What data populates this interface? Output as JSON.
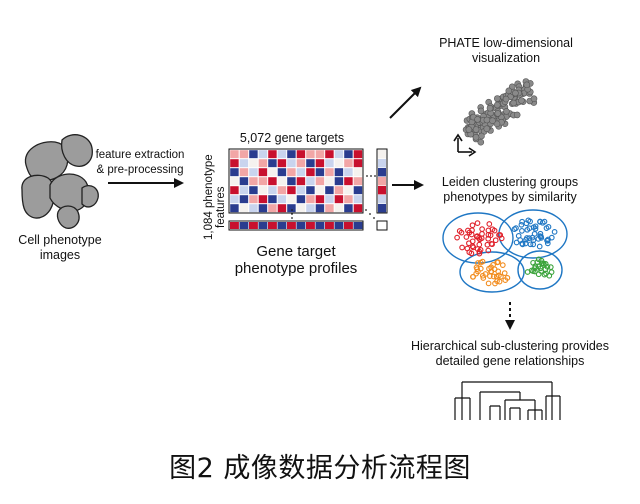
{
  "cell_images": {
    "label_line1": "Cell phenotype",
    "label_line2": "images"
  },
  "step1": {
    "line1": "feature extraction",
    "line2": "& pre-processing"
  },
  "matrix": {
    "top_label": "5,072 gene targets",
    "side_label_line1": "1,084 phenotype",
    "side_label_line2": "features",
    "title_line1": "Gene target",
    "title_line2": "phenotype profiles",
    "cells": [
      [
        2,
        2,
        1,
        3,
        0,
        3,
        1,
        0,
        2,
        2,
        0,
        3,
        1,
        0
      ],
      [
        0,
        3,
        4,
        2,
        1,
        0,
        3,
        2,
        1,
        0,
        3,
        4,
        2,
        0
      ],
      [
        1,
        2,
        3,
        0,
        4,
        1,
        2,
        3,
        0,
        1,
        2,
        1,
        3,
        4
      ],
      [
        4,
        1,
        2,
        2,
        0,
        4,
        1,
        0,
        3,
        2,
        4,
        1,
        0,
        2
      ],
      [
        0,
        3,
        1,
        4,
        3,
        2,
        0,
        3,
        1,
        4,
        1,
        2,
        4,
        1
      ],
      [
        3,
        1,
        2,
        0,
        1,
        3,
        4,
        1,
        2,
        0,
        3,
        0,
        2,
        3
      ],
      [
        1,
        4,
        3,
        1,
        2,
        0,
        1,
        4,
        3,
        1,
        2,
        4,
        1,
        0
      ]
    ],
    "bottom_row": [
      0,
      1,
      0,
      1,
      0,
      1,
      0,
      1,
      0,
      1,
      0,
      1,
      0,
      1
    ],
    "side_col": [
      4,
      3,
      1,
      2,
      0,
      3,
      1
    ],
    "palette": {
      "0": "#c8102e",
      "1": "#2a3c8f",
      "2": "#f2a6a6",
      "3": "#c9d4ee",
      "4": "#f5f2ef"
    }
  },
  "phate": {
    "line1": "PHATE low-dimensional",
    "line2": "visualization"
  },
  "leiden": {
    "line1": "Leiden clustering groups",
    "line2": "phenotypes by similarity"
  },
  "hier": {
    "line1": "Hierarchical sub-clustering provides",
    "line2": "detailed gene relationships"
  },
  "cluster_colors": {
    "red": "#e0202a",
    "blue": "#1f77c4",
    "orange": "#f28c1e",
    "green": "#3aa33a"
  },
  "caption": "图2 成像数据分析流程图"
}
